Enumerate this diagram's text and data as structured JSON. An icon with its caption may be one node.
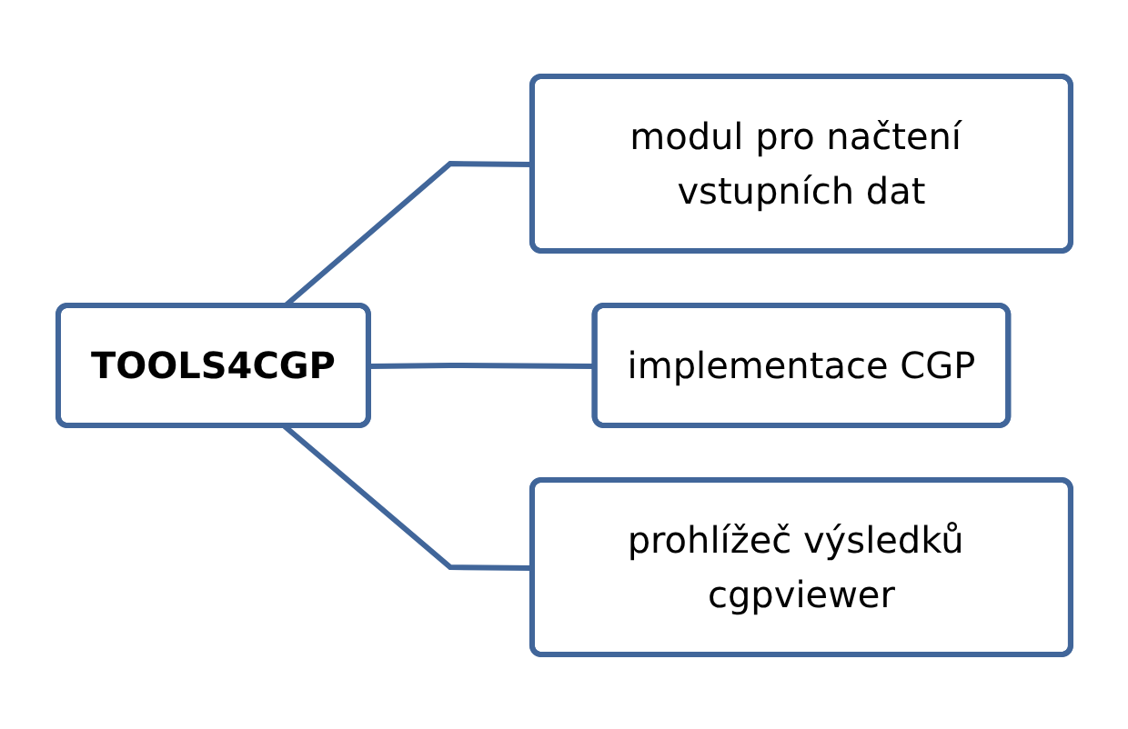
{
  "diagram": {
    "nodes": [
      {
        "text": [
          "TOOLS4CGP"
        ]
      },
      {
        "text": [
          "modul pro načtení vstupních dat"
        ]
      },
      {
        "text": [
          "implementace CGP"
        ]
      },
      {
        "text": [
          "prohlížeč výsledků cgpviewer"
        ]
      }
    ],
    "edges": [
      {
        "from": 0,
        "to": 1,
        "arrow": "none"
      },
      {
        "from": 0,
        "to": 2,
        "arrow": "none"
      },
      {
        "from": 0,
        "to": 3,
        "arrow": "none"
      }
    ]
  }
}
